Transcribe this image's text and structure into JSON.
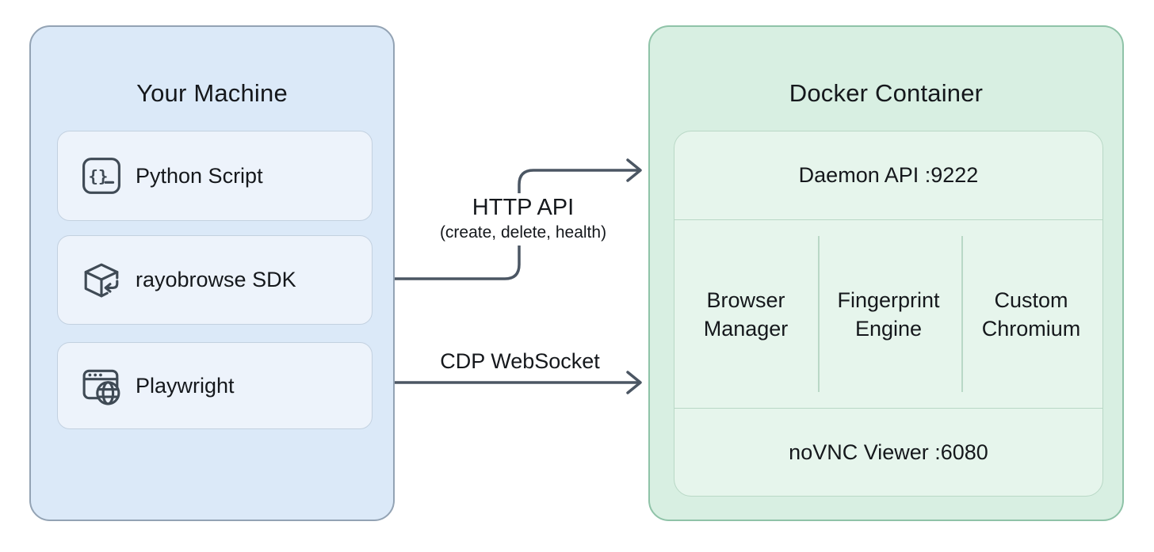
{
  "left_box": {
    "title": "Your Machine",
    "items": [
      {
        "label": "Python Script",
        "icon": "code-terminal-icon"
      },
      {
        "label": "rayobrowse SDK",
        "icon": "package-return-icon"
      },
      {
        "label": "Playwright",
        "icon": "browser-globe-icon"
      }
    ]
  },
  "right_box": {
    "title": "Docker Container",
    "daemon_row": "Daemon API :9222",
    "columns": [
      "Browser Manager",
      "Fingerprint Engine",
      "Custom Chromium"
    ],
    "vnc_row": "noVNC Viewer :6080"
  },
  "connections": [
    {
      "id": "http-api",
      "label": "HTTP API",
      "sublabel": "(create, delete, health)",
      "from": "rayobrowse SDK",
      "to": "Docker Container"
    },
    {
      "id": "cdp-websocket",
      "label": "CDP WebSocket",
      "sublabel": "",
      "from": "Playwright",
      "to": "Docker Container"
    }
  ],
  "colors": {
    "machine_fill": "#dbe9f8",
    "machine_border": "#93a3b4",
    "item_fill": "#edf3fb",
    "item_border": "#c3d1e0",
    "docker_fill": "#d8efe2",
    "docker_border": "#8fc3a8",
    "docker_inner_fill": "#e6f5ec",
    "docker_inner_border": "#b9d8c6",
    "arrow_color": "#4b5663",
    "text_color": "#15181c",
    "icon_color": "#3f4a55"
  }
}
